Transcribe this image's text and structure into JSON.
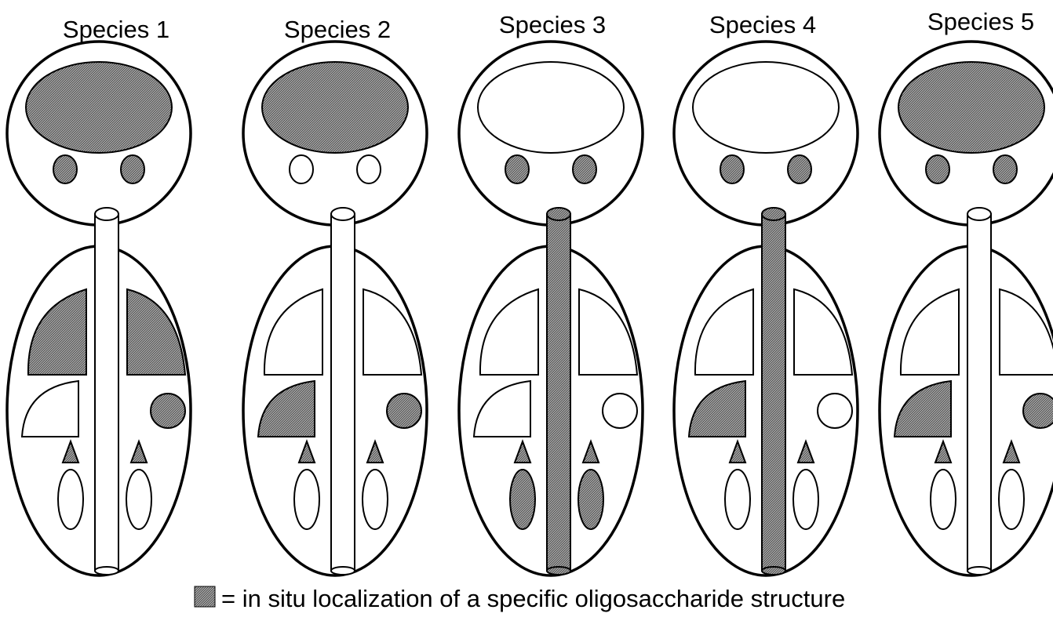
{
  "legend": {
    "text": "= in situ localization of a specific oligosaccharide structure"
  },
  "colors": {
    "shaded": "#8a8a8a",
    "outline": "#000000",
    "unshaded": "#ffffff"
  },
  "species": [
    {
      "label": "Species 1",
      "head_cap": true,
      "eyes": true,
      "tube": false,
      "upper_lobes": true,
      "quarter_disc": false,
      "circle": true,
      "triangles": true,
      "ovals": false
    },
    {
      "label": "Species 2",
      "head_cap": true,
      "eyes": false,
      "tube": false,
      "upper_lobes": false,
      "quarter_disc": true,
      "circle": true,
      "triangles": true,
      "ovals": false
    },
    {
      "label": "Species 3",
      "head_cap": false,
      "eyes": true,
      "tube": true,
      "upper_lobes": false,
      "quarter_disc": false,
      "circle": false,
      "triangles": true,
      "ovals": true
    },
    {
      "label": "Species 4",
      "head_cap": false,
      "eyes": true,
      "tube": true,
      "upper_lobes": false,
      "quarter_disc": true,
      "circle": false,
      "triangles": true,
      "ovals": false
    },
    {
      "label": "Species 5",
      "head_cap": true,
      "eyes": true,
      "tube": false,
      "upper_lobes": false,
      "quarter_disc": true,
      "circle": true,
      "triangles": true,
      "ovals": false
    }
  ]
}
